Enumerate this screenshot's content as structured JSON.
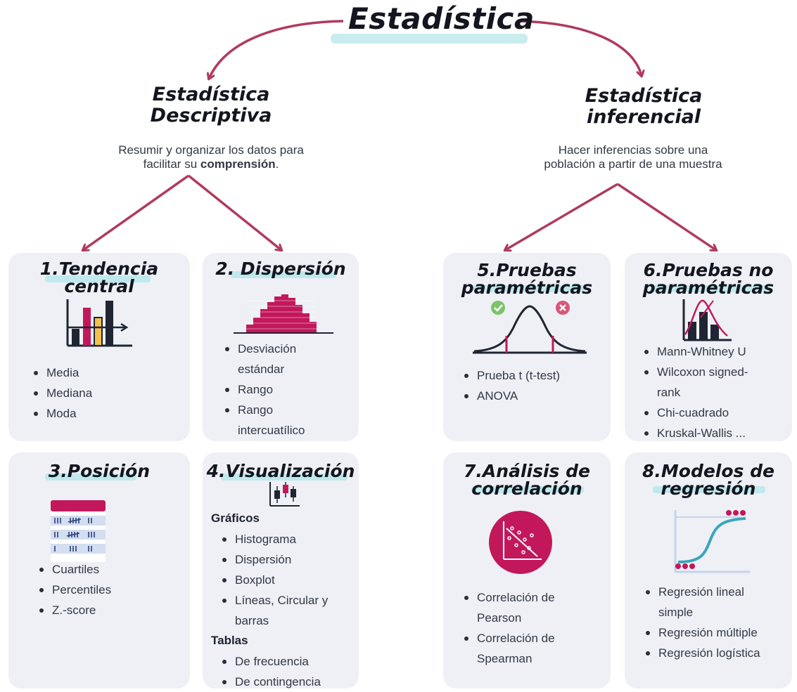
{
  "title": "Estadística",
  "left_branch": {
    "title_line1": "Estadística",
    "title_line2": "Descriptiva",
    "desc_line1": "Resumir y organizar los datos para",
    "desc_line2_pre": "facilitar su ",
    "desc_line2_bold": "comprensión",
    "desc_line2_post": "."
  },
  "right_branch": {
    "title_line1": "Estadística",
    "title_line2": "inferencial",
    "desc_line1": "Hacer inferencias sobre una",
    "desc_line2": "población a partir de una muestra"
  },
  "cards": [
    {
      "title_line1": "1.Tendencia",
      "title_line2": "central",
      "icon": "bar-chart-icon",
      "items": [
        "Media",
        "Mediana",
        "Moda"
      ]
    },
    {
      "title_line1": "2. Dispersión",
      "icon": "histogram-icon",
      "items": [
        "Desviación",
        "estándar",
        "Rango",
        "Rango",
        "intercuatílico"
      ]
    },
    {
      "title_line1": "5.Pruebas",
      "title_line2": "paramétricas",
      "icon": "normal-curve-icon",
      "items": [
        "Prueba t (t-test)",
        "ANOVA"
      ]
    },
    {
      "title_line1": "6.Pruebas no",
      "title_line2": "paramétricas",
      "icon": "nonparametric-chart-icon",
      "items": [
        "Mann-Whitney U",
        "Wilcoxon signed-",
        "rank",
        "Chi-cuadrado",
        "Kruskal-Wallis ..."
      ]
    },
    {
      "title_line1": "3.Posición",
      "icon": "tally-table-icon",
      "items": [
        "Cuartiles",
        "Percentiles",
        "Z.-score"
      ]
    },
    {
      "title_line1": "4.Visualización",
      "icon": "candlestick-icon",
      "subhead1": "Gráficos",
      "items1": [
        "Histograma",
        "Dispersión",
        "Boxplot",
        "Líneas, Circular y",
        "barras"
      ],
      "subhead2": "Tablas",
      "items2": [
        "De frecuencia",
        "De contingencia"
      ]
    },
    {
      "title_line1": "7.Análisis de",
      "title_line2": "correlación",
      "icon": "scatter-plot-icon",
      "items": [
        "Correlación de",
        "Pearson",
        "Correlación de",
        "Spearman"
      ]
    },
    {
      "title_line1": "8.Modelos de",
      "title_line2": "regresión",
      "icon": "logistic-curve-icon",
      "items": [
        "Regresión lineal",
        "simple",
        "Regresión múltiple",
        "Regresión logística"
      ]
    }
  ],
  "colors": {
    "accent": "#c2185b",
    "arrow": "#b03a5e",
    "card_bg": "#eef0f6",
    "highlight": "#bfe9ec",
    "dark": "#1f2533",
    "gold": "#f2c14e"
  }
}
